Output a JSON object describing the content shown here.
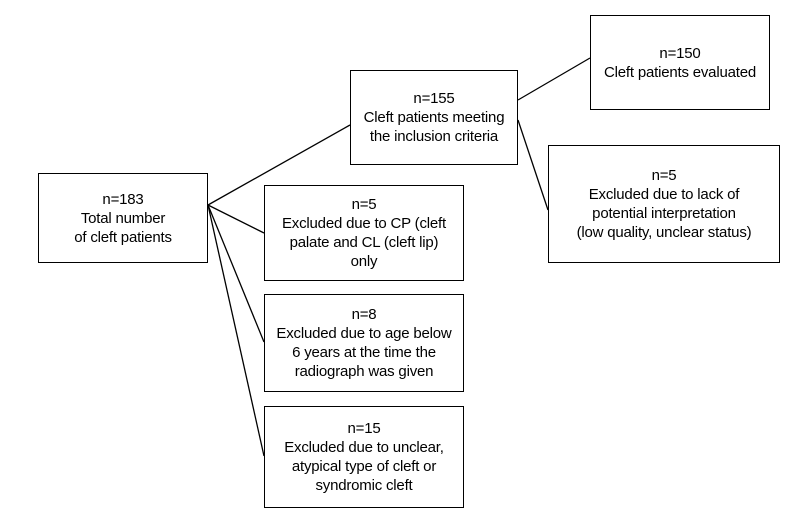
{
  "nodes": {
    "total": {
      "lines": [
        "n=183",
        "Total number",
        "of cleft patients"
      ]
    },
    "meeting_criteria": {
      "lines": [
        "n=155",
        "Cleft patients meeting",
        "the inclusion criteria"
      ]
    },
    "evaluated": {
      "lines": [
        "n=150",
        "Cleft patients evaluated"
      ]
    },
    "excluded_interpretation": {
      "lines": [
        "n=5",
        "Excluded due to lack of",
        "potential interpretation",
        "(low quality, unclear status)"
      ]
    },
    "excluded_cp_cl": {
      "lines": [
        "n=5",
        "Excluded due to CP (cleft",
        "palate and CL (cleft lip)",
        "only"
      ]
    },
    "excluded_age": {
      "lines": [
        "n=8",
        "Excluded due to age below",
        "6 years at the time the",
        "radiograph was given"
      ]
    },
    "excluded_atypical": {
      "lines": [
        "n=15",
        "Excluded due to unclear,",
        "atypical type of cleft or",
        "syndromic cleft"
      ]
    }
  },
  "colors": {
    "stroke": "#000000",
    "background": "#ffffff"
  }
}
